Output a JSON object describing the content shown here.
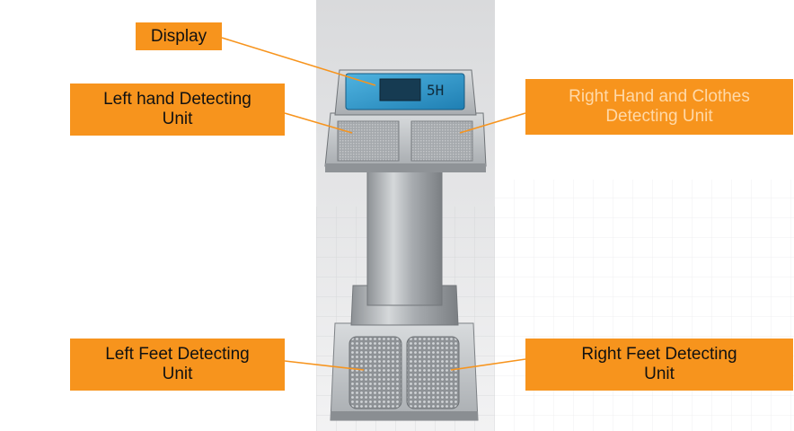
{
  "labels": {
    "display": "Display",
    "left_hand": "Left hand Detecting\nUnit",
    "right_hand": "Right Hand and Clothes\nDetecting Unit",
    "left_feet": "Left Feet Detecting\nUnit",
    "right_feet": "Right Feet Detecting\nUnit"
  },
  "display_readout": "5H",
  "colors": {
    "label_bg": "#f7941d",
    "leader_line": "#f7941d",
    "lcd_screen": "#2f9fd4",
    "steel": "#b9bdc1"
  }
}
